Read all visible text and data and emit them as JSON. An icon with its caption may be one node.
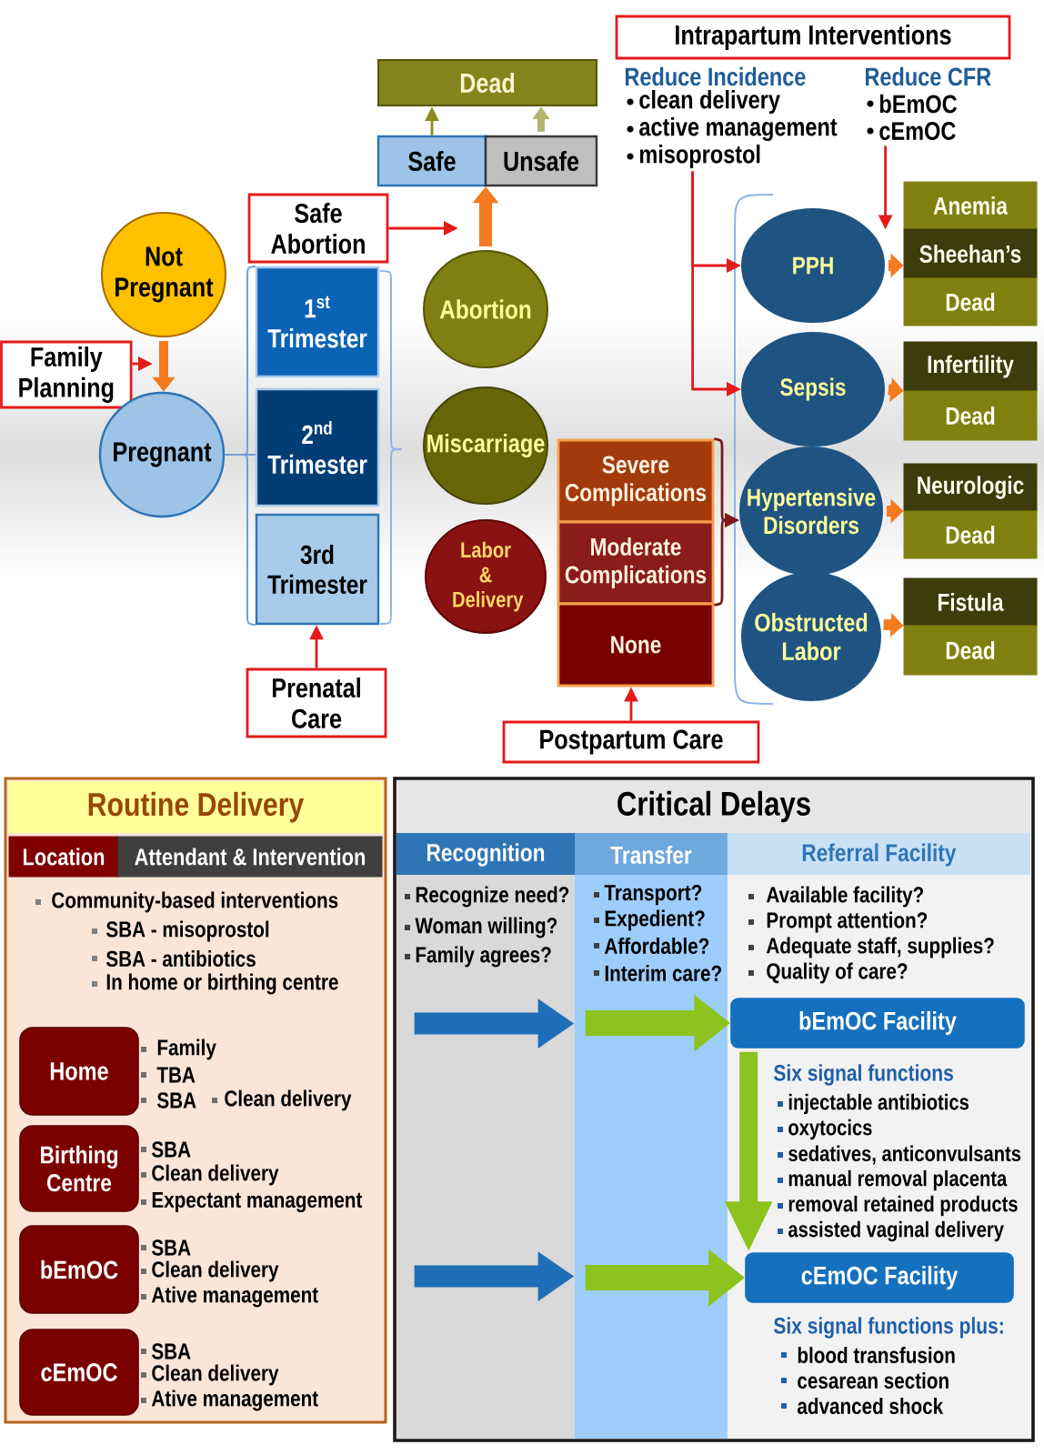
{
  "diagram": {
    "nodes": [
      {
        "text": [
          "Not Pregnant"
        ]
      },
      {
        "text": [
          "Family Planning"
        ]
      },
      {
        "text": [
          "Pregnant"
        ]
      },
      {
        "text": [
          "Safe Abortion"
        ]
      },
      {
        "text": [
          "1$^{st}$ Trimester"
        ]
      },
      {
        "text": [
          "2$^{nd}$ Trimester"
        ]
      },
      {
        "text": [
          "3rd Trimester"
        ]
      },
      {
        "text": [
          "Prenatal Care"
        ]
      },
      {
        "text": [
          "Dead"
        ]
      },
      {
        "text": [
          "Safe"
        ]
      },
      {
        "text": [
          "Unsafe"
        ]
      },
      {
        "text": [
          "Abortion"
        ]
      },
      {
        "text": [
          "Miscarriage"
        ]
      },
      {
        "text": [
          "Labor & Delivery"
        ]
      },
      {
        "text": [
          "Severe Complications"
        ]
      },
      {
        "text": [
          "Moderate Complications"
        ]
      },
      {
        "text": [
          "None"
        ]
      },
      {
        "text": [
          "Postpartum Care"
        ]
      },
      {
        "text": [
          "Intrapartum Interventions"
        ]
      },
      {
        "text": [
          "Reduce Incidence",
          "clean delivery",
          "active management",
          "misoprostol"
        ]
      },
      {
        "text": [
          "Reduce CFR",
          "bEmOC",
          "cEmOC"
        ]
      },
      {
        "text": [
          "PPH"
        ]
      },
      {
        "text": [
          "Sepsis"
        ]
      },
      {
        "text": [
          "Hypertensive Disorders"
        ]
      },
      {
        "text": [
          "Obstructed Labor"
        ]
      },
      {
        "text": [
          "Anemia"
        ]
      },
      {
        "text": [
          "Sheehan’s"
        ]
      },
      {
        "text": [
          "Dead"
        ]
      },
      {
        "text": [
          "Infertility"
        ]
      },
      {
        "text": [
          "Dead"
        ]
      },
      {
        "text": [
          "Neurologic"
        ]
      },
      {
        "text": [
          "Dead"
        ]
      },
      {
        "text": [
          "Fistula"
        ]
      },
      {
        "text": [
          "Dead"
        ]
      },
      {
        "text": [
          "Routine Delivery",
          "Community-based interventions",
          "SBA - misoprostol",
          "SBA - antibiotics",
          "In home or birthing centre"
        ]
      },
      {
        "text": [
          "Location"
        ],
        "in": 34
      },
      {
        "text": [
          "Attendant & Intervention"
        ],
        "in": 34
      },
      {
        "text": [
          "Home"
        ],
        "in": 34,
        "beside": [
          "Family",
          "TBA",
          "SBA",
          "Clean delivery"
        ]
      },
      {
        "text": [
          "Birthing Centre"
        ],
        "in": 34,
        "beside": [
          "SBA",
          "Clean delivery",
          "Expectant management"
        ]
      },
      {
        "text": [
          "bEmOC"
        ],
        "in": 34,
        "beside": [
          "SBA",
          "Clean delivery",
          "Ative management"
        ]
      },
      {
        "text": [
          "cEmOC"
        ],
        "in": 34,
        "beside": [
          "SBA",
          "Clean delivery",
          "Ative management"
        ]
      },
      {
        "text": [
          "Critical Delays"
        ]
      },
      {
        "text": [
          "Recognition",
          "Recognize need?",
          "Woman willing?",
          "Family agrees?"
        ],
        "in": 41
      },
      {
        "text": [
          "Transfer",
          "Transport?",
          "Expedient?",
          "Affordable?",
          "Interim care?"
        ],
        "in": 41
      },
      {
        "text": [
          "Referral Facility",
          "Available facility?",
          "Prompt attention?",
          "Adequate staff, supplies?",
          "Quality of care?"
        ],
        "in": 41
      },
      {
        "text": [
          "bEmOC Facility"
        ],
        "in": 44,
        "beside": [
          "Six signal functions",
          "injectable antibiotics",
          "oxytocics",
          "sedatives, anticonvulsants",
          "manual removal placenta",
          "removal retained products",
          "assisted vaginal delivery"
        ]
      },
      {
        "text": [
          "cEmOC Facility"
        ],
        "in": 44,
        "beside": [
          "Six signal functions plus:",
          "blood transfusion",
          "cesarean section",
          "advanced shock"
        ]
      }
    ],
    "edges": [
      {
        "from": 0,
        "to": 2,
        "arrow": "to"
      },
      {
        "from": 1,
        "to": null,
        "arrow": "to",
        "color": "#e31b1b"
      },
      {
        "from": 2,
        "to": 4,
        "arrow": "none",
        "color": "#6f9fd8"
      },
      {
        "from": 2,
        "to": 5,
        "arrow": "none",
        "color": "#6f9fd8"
      },
      {
        "from": 2,
        "to": 6,
        "arrow": "none",
        "color": "#6f9fd8"
      },
      {
        "from": 3,
        "to": null,
        "arrow": "to",
        "color": "#e31b1b"
      },
      {
        "from": 7,
        "to": 6,
        "arrow": "to",
        "color": "#e31b1b"
      },
      {
        "from": 9,
        "to": 8,
        "arrow": "to",
        "color": "#8c8c1e"
      },
      {
        "from": 10,
        "to": 8,
        "arrow": "to",
        "color": "#b3b56e"
      },
      {
        "from": 11,
        "to": 9,
        "arrow": "to"
      },
      {
        "from": 11,
        "to": 10,
        "arrow": "to"
      },
      {
        "from": 14,
        "to": 23,
        "arrow": "to",
        "color": "#7a1a1a"
      },
      {
        "from": 15,
        "to": 23,
        "arrow": "to",
        "color": "#7a1a1a"
      },
      {
        "from": 17,
        "to": 16,
        "arrow": "to",
        "color": "#e31b1b"
      },
      {
        "from": 19,
        "to": 21,
        "arrow": "to",
        "color": "#e31b1b"
      },
      {
        "from": 19,
        "to": 22,
        "arrow": "to",
        "color": "#e31b1b"
      },
      {
        "from": 20,
        "to": 25,
        "arrow": "to",
        "color": "#e31b1b"
      },
      {
        "from": 21,
        "to": 26,
        "arrow": "to"
      },
      {
        "from": 22,
        "to": 28,
        "arrow": "to"
      },
      {
        "from": 22,
        "to": 29,
        "arrow": "to"
      },
      {
        "from": 23,
        "to": 30,
        "arrow": "to"
      },
      {
        "from": 23,
        "to": 31,
        "arrow": "to"
      },
      {
        "from": 24,
        "to": 32,
        "arrow": "to"
      },
      {
        "from": 24,
        "to": 33,
        "arrow": "to"
      },
      {
        "from": 42,
        "to": 43,
        "arrow": "to",
        "style": "thick",
        "color": "#1f6fb8"
      },
      {
        "from": 43,
        "to": 45,
        "arrow": "to",
        "style": "thick",
        "color": "#8cc31e"
      },
      {
        "from": 42,
        "to": 43,
        "arrow": "to",
        "style": "thick",
        "color": "#1f6fb8"
      },
      {
        "from": 43,
        "to": 46,
        "arrow": "to",
        "style": "thick",
        "color": "#8cc31e"
      },
      {
        "from": 45,
        "to": 46,
        "arrow": "to",
        "style": "thick",
        "color": "#8cc31e"
      }
    ]
  }
}
